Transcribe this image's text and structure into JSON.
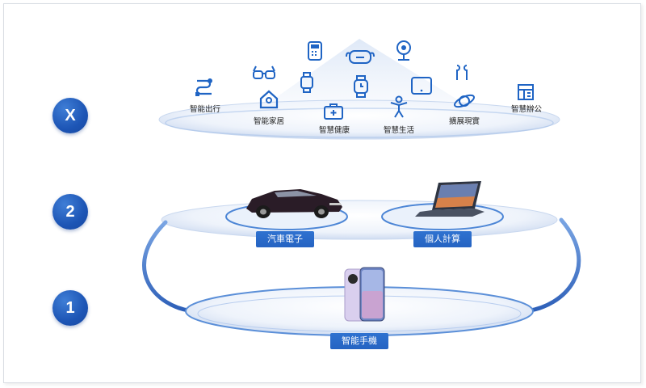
{
  "layers": [
    {
      "badge": "X"
    },
    {
      "badge": "2"
    },
    {
      "badge": "1"
    }
  ],
  "top_layer_labels": {
    "travel": "智能出行",
    "home": "智能家居",
    "health": "智慧健康",
    "life": "智慧生活",
    "xr": "擴展現實",
    "office": "智慧辦公"
  },
  "middle_layer_tags": {
    "car": "汽車電子",
    "pc": "個人計算"
  },
  "bottom_layer_tag": "智能手機",
  "colors": {
    "accent": "#2563c2",
    "ring": "#5b8fd8",
    "disc": "#e6eef9"
  },
  "icons": [
    "route-icon",
    "vr-glasses-icon",
    "smart-home-icon",
    "pos-terminal-icon",
    "smartwatch-icon",
    "medical-kit-icon",
    "vr-headset-icon",
    "watch-icon",
    "webcam-icon",
    "person-icon",
    "tablet-icon",
    "earbuds-icon",
    "orbit-icon",
    "office-icon"
  ]
}
